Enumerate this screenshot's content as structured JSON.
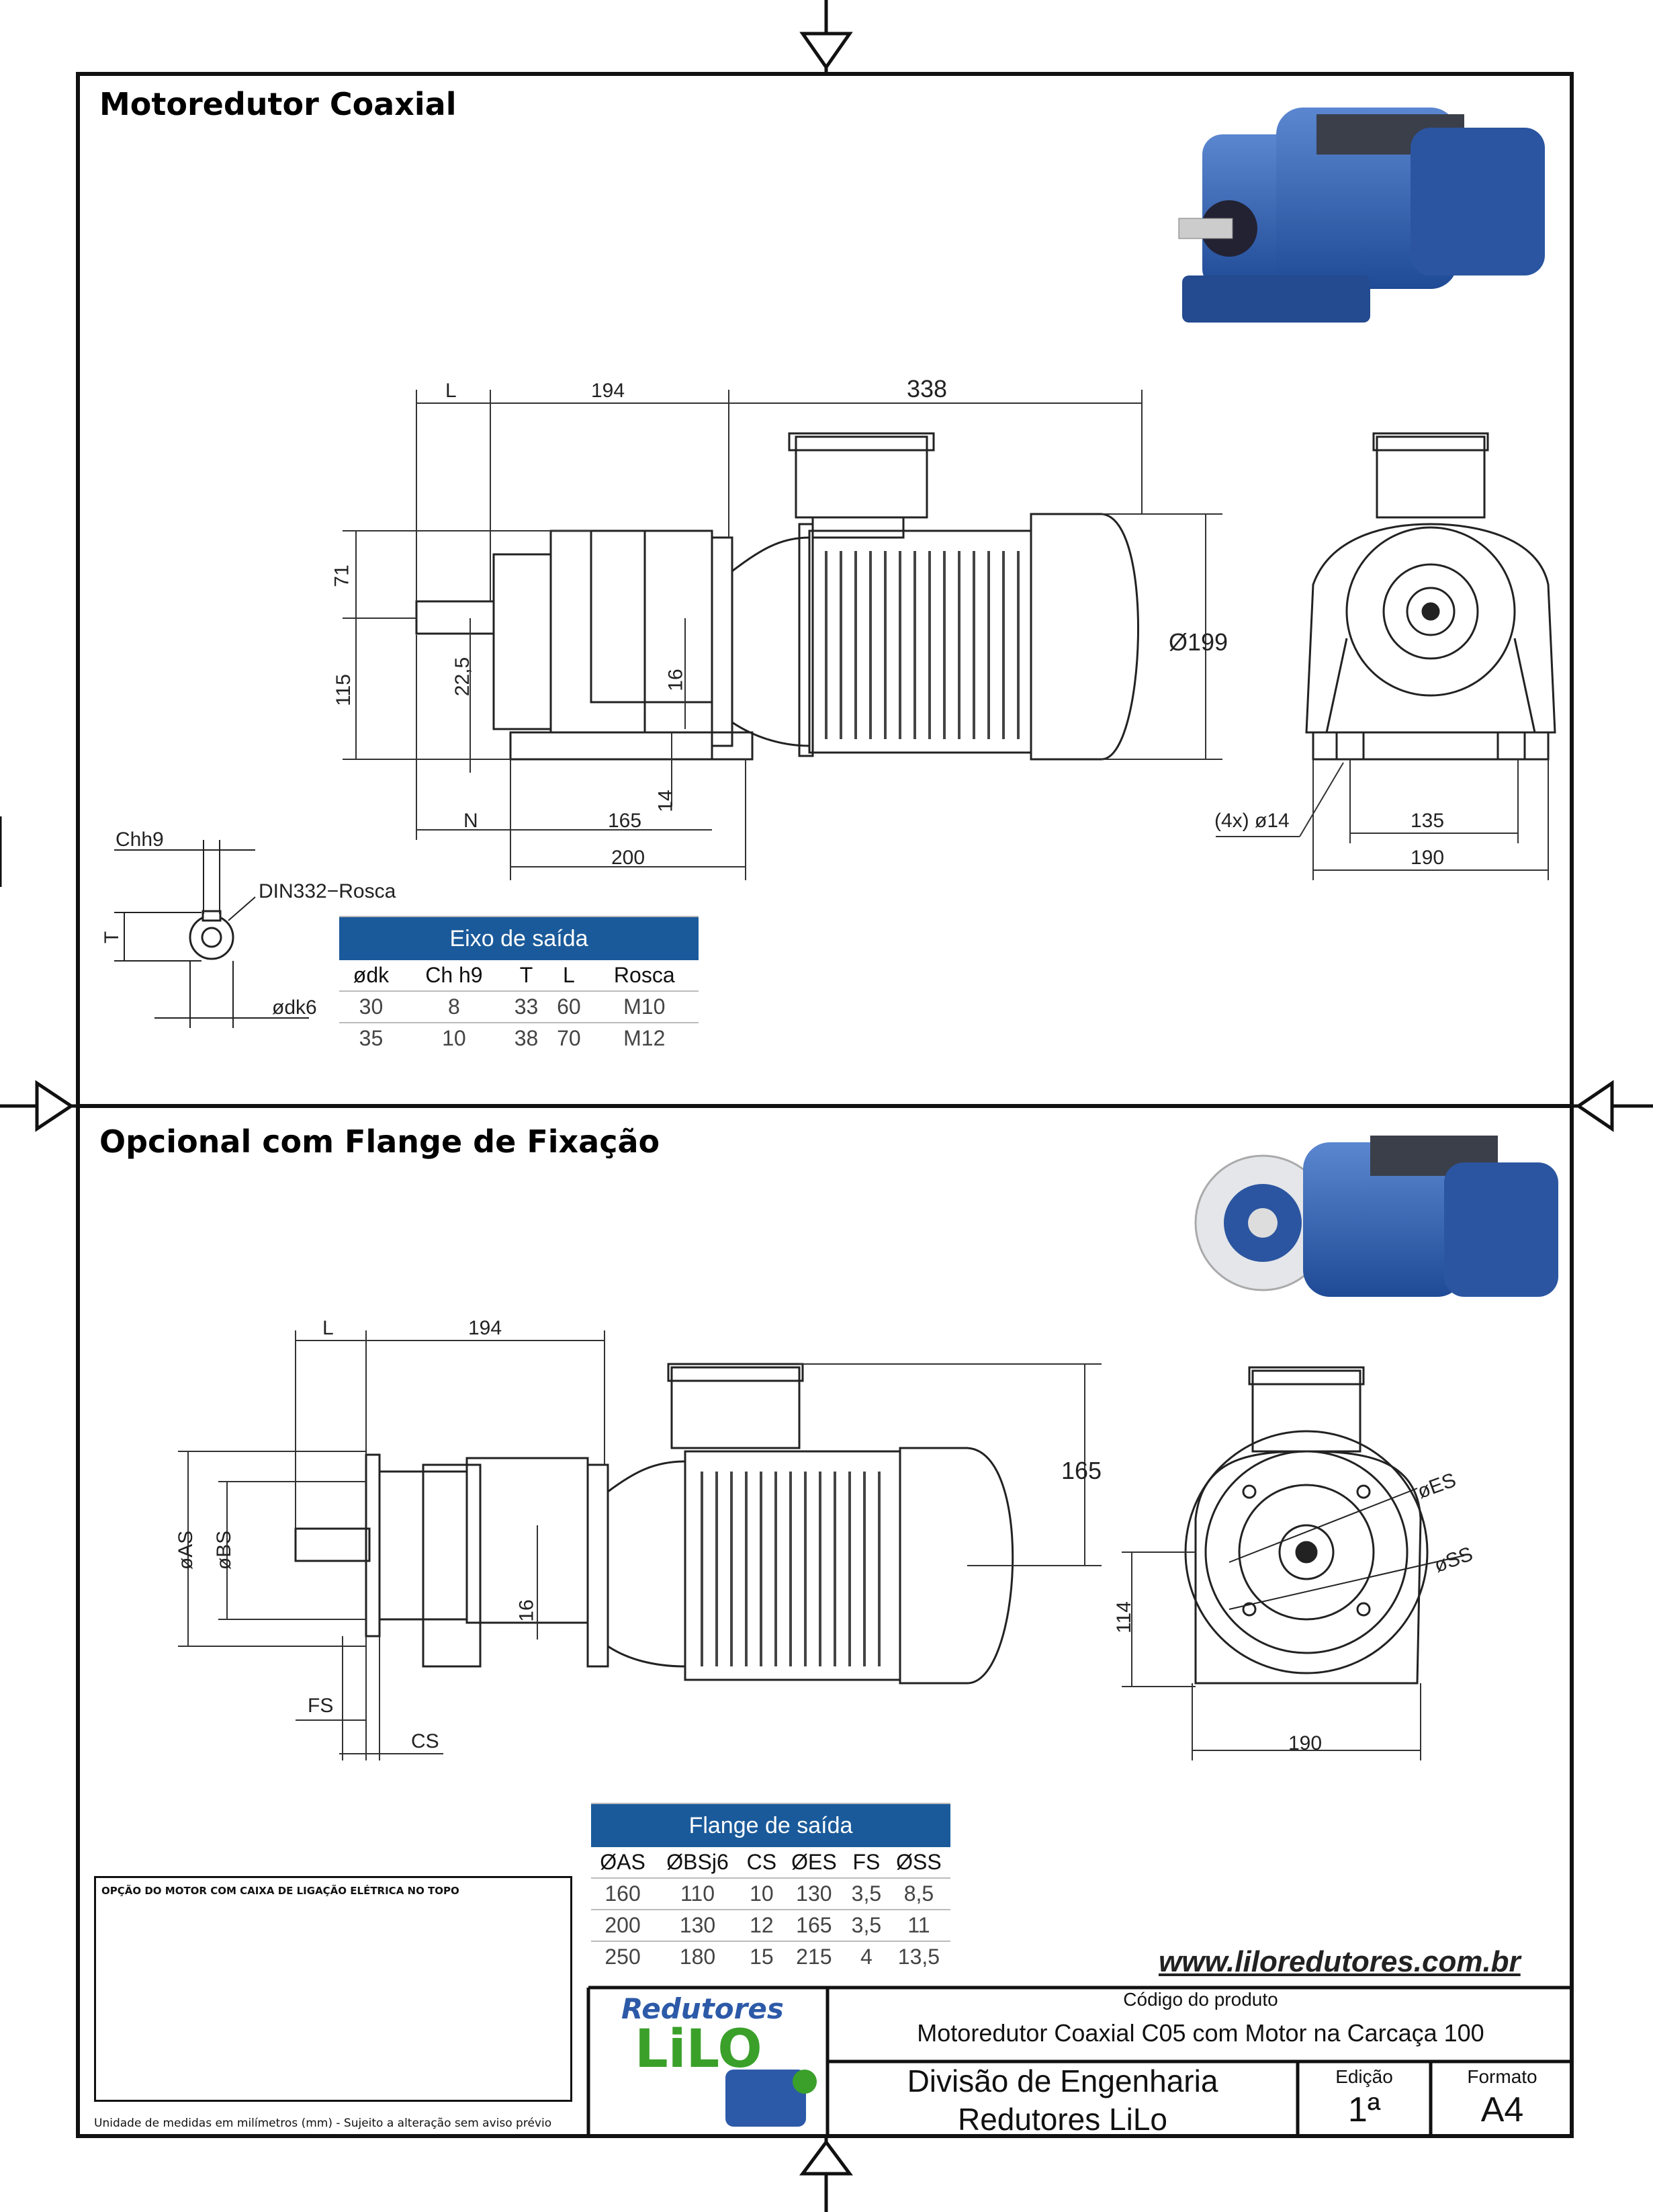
{
  "sections": {
    "top_title": "Motoredutor Coaxial",
    "bottom_title": "Opcional com Flange de Fixação"
  },
  "top_dims": {
    "L": "L",
    "d194": "194",
    "d338": "338",
    "d71": "71",
    "d115": "115",
    "d22_5": "22,5",
    "d16": "16",
    "d14": "14",
    "N": "N",
    "d165": "165",
    "d200": "200",
    "d199": "Ø199",
    "holes": "(4x) ø14",
    "d135": "135",
    "d190": "190",
    "chh9": "Chh9",
    "din": "DIN332−Rosca",
    "T": "T",
    "odk6": "ødk6"
  },
  "bottom_dims": {
    "L": "L",
    "d194": "194",
    "d165": "165",
    "oAS": "øAS",
    "oBS": "øBS",
    "d16": "16",
    "FS": "FS",
    "CS": "CS",
    "d114": "114",
    "d190": "190",
    "oES": "øES",
    "oSS": "øSS"
  },
  "shaft_table": {
    "title": "Eixo de saída",
    "columns": [
      "ødk",
      "Ch h9",
      "T",
      "L",
      "Rosca"
    ],
    "rows": [
      [
        "30",
        "8",
        "33",
        "60",
        "M10"
      ],
      [
        "35",
        "10",
        "38",
        "70",
        "M12"
      ]
    ]
  },
  "flange_table": {
    "title": "Flange de saída",
    "columns": [
      "ØAS",
      "ØBSj6",
      "CS",
      "ØES",
      "FS",
      "ØSS"
    ],
    "rows": [
      [
        "160",
        "110",
        "10",
        "130",
        "3,5",
        "8,5"
      ],
      [
        "200",
        "130",
        "12",
        "165",
        "3,5",
        "11"
      ],
      [
        "250",
        "180",
        "15",
        "215",
        "4",
        "13,5"
      ]
    ]
  },
  "motor_option": {
    "title": "OPÇÃO DO MOTOR COM CAIXA DE LIGAÇÃO ELÉTRICA NO TOPO",
    "footnote": "Unidade de medidas em milímetros (mm) - Sujeito a alteração sem aviso prévio"
  },
  "title_block": {
    "website": "www.liloredutores.com.br",
    "logo_top": "Redutores",
    "logo_main": "LiLO",
    "code_label": "Código do produto",
    "product": "Motoredutor Coaxial C05 com Motor na Carcaça 100",
    "division_line1": "Divisão de Engenharia",
    "division_line2": "Redutores LiLo",
    "edition_label": "Edição",
    "edition_value": "1ª",
    "format_label": "Formato",
    "format_value": "A4"
  },
  "colors": {
    "table_header": "#1a5a9a",
    "motor_blue": "#2d5aa8",
    "logo_green": "#3aa02a"
  }
}
